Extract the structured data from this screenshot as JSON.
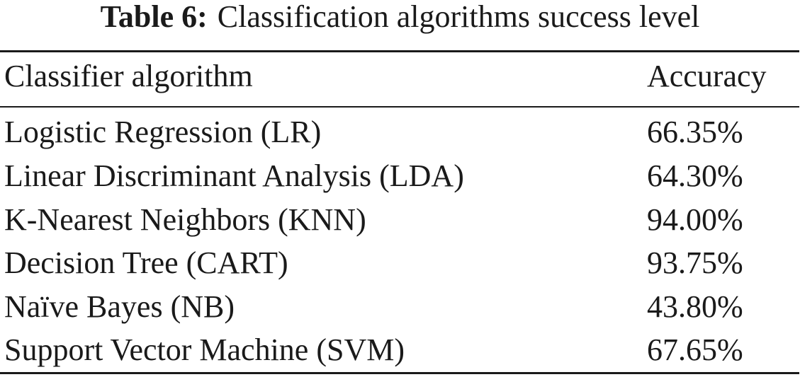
{
  "caption": {
    "label": "Table 6:",
    "text": "Classification algorithms success level"
  },
  "table": {
    "headers": [
      "Classifier algorithm",
      "Accuracy"
    ],
    "rows": [
      [
        "Logistic Regression (LR)",
        "66.35%"
      ],
      [
        "Linear Discriminant Analysis (LDA)",
        "64.30%"
      ],
      [
        "K-Nearest Neighbors (KNN)",
        "94.00%"
      ],
      [
        "Decision Tree (CART)",
        "93.75%"
      ],
      [
        "Naïve Bayes (NB)",
        "43.80%"
      ],
      [
        "Support Vector Machine (SVM)",
        "67.65%"
      ]
    ]
  }
}
